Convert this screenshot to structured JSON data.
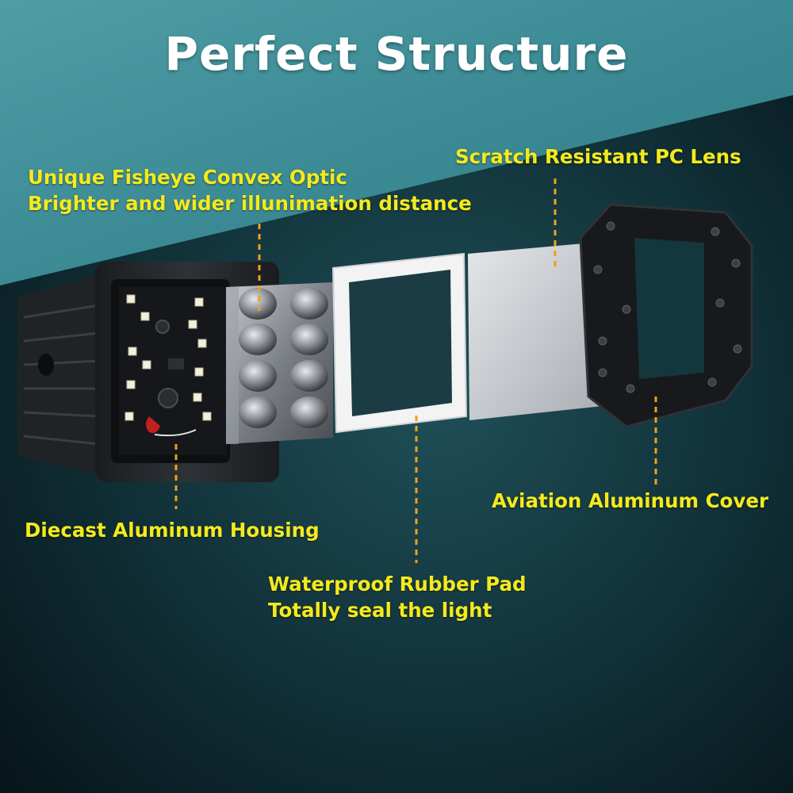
{
  "title": "Perfect Structure",
  "colors": {
    "label_yellow": "#f4ea1c",
    "title_white": "#ffffff",
    "bg_teal": "#3f8e98",
    "bg_dark": "#0a1c22",
    "leader_orange": "#f0a020"
  },
  "labels": {
    "fisheye": {
      "line1": "Unique Fisheye Convex Optic",
      "line2": "Brighter and wider illunimation distance"
    },
    "pc_lens": {
      "line1": "Scratch Resistant PC Lens"
    },
    "housing": {
      "line1": "Diecast Aluminum Housing"
    },
    "rubber_pad": {
      "line1": "Waterproof Rubber Pad",
      "line2": "Totally seal the light"
    },
    "cover": {
      "line1": "Aviation Aluminum Cover"
    }
  }
}
